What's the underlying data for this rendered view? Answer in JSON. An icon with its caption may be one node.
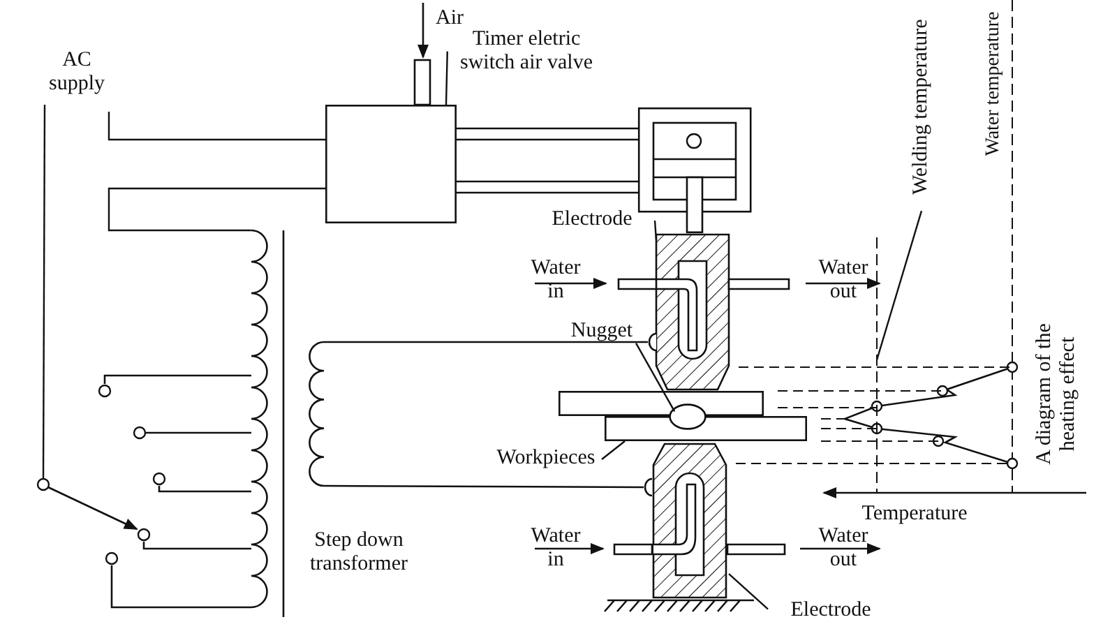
{
  "diagram": {
    "nodes": [
      {
        "text": [
          "Timer eletric switch air valve"
        ]
      },
      {
        "text": [],
        "shape": "box"
      },
      {
        "text": [],
        "shape": "box"
      },
      {
        "text": [
          "Electrode"
        ]
      },
      {
        "text": [],
        "shape": "box"
      },
      {
        "text": [
          "Nugget"
        ]
      },
      {
        "text": [],
        "shape": "bar"
      },
      {
        "text": [],
        "shape": "bar"
      },
      {
        "text": [],
        "shape": "ellipse"
      },
      {
        "text": [
          "Workpieces"
        ]
      },
      {
        "text": [
          "Electrode"
        ]
      },
      {
        "text": [],
        "shape": "box"
      },
      {
        "text": [
          "Welding temperature"
        ]
      },
      {
        "text": [],
        "shape": "line"
      },
      {
        "text": [],
        "shape": "coil"
      },
      {
        "text": [],
        "shape": "coil"
      }
    ],
    "edges": [
      {
        "from": 0,
        "to": 1,
        "arrow": "none"
      },
      {
        "from": 3,
        "to": 4,
        "arrow": "none"
      },
      {
        "from": 5,
        "to": 8,
        "arrow": "none"
      },
      {
        "from": 9,
        "to": 7,
        "arrow": "none"
      },
      {
        "from": 10,
        "to": 11,
        "arrow": "none"
      },
      {
        "from": 12,
        "to": 13,
        "arrow": "none"
      },
      {
        "from": 1,
        "to": 2,
        "arrow": "none"
      },
      {
        "from": 1,
        "to": 2,
        "arrow": "none"
      },
      {
        "from": null,
        "to": 1,
        "arrow": "none"
      },
      {
        "from": 1,
        "to": 14,
        "arrow": "none"
      },
      {
        "from": null,
        "to": 14,
        "arrow": "none"
      },
      {
        "from": 15,
        "to": 4,
        "arrow": "none"
      },
      {
        "from": 15,
        "to": 11,
        "arrow": "none"
      }
    ],
    "labels": [
      "Air",
      "AC supply",
      "Water temperature",
      "Water in",
      "Water out",
      "A diagram of the heating effect",
      "Temperature",
      "Water in",
      "Water out",
      "Step down transformer"
    ]
  }
}
